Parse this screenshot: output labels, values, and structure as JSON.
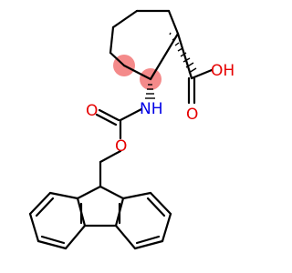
{
  "colors": {
    "bond": "#000000",
    "oxygen": "#e60000",
    "nitrogen": "#0000e6",
    "highlight": "#f48a8a",
    "background": "#ffffff"
  },
  "atoms": {
    "oh": "OH",
    "acid_carbonyl_o": "O",
    "nh": "NH",
    "carbamate_carbonyl_o": "O",
    "ester_o": "O"
  },
  "stereo": {
    "c1_bond": "hashed-wedge",
    "c2_bond": "hashed-wedge",
    "highlighted_centers": 2
  }
}
